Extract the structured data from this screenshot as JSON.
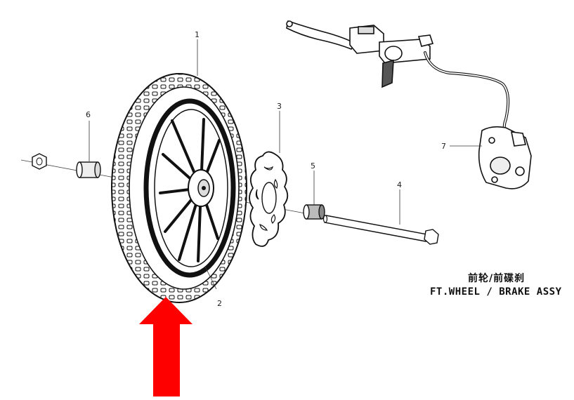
{
  "title": {
    "cn": "前轮/前碟刹",
    "en": "FT.WHEEL / BRAKE ASSY"
  },
  "callouts": [
    {
      "num": "1",
      "part": "front-tire"
    },
    {
      "num": "2",
      "part": "front-rim"
    },
    {
      "num": "3",
      "part": "brake-disc"
    },
    {
      "num": "4",
      "part": "front-axle"
    },
    {
      "num": "5",
      "part": "spacer-right"
    },
    {
      "num": "6",
      "part": "spacer-left"
    },
    {
      "num": "7",
      "part": "brake-caliper"
    }
  ],
  "indicator": {
    "color": "#ff0000",
    "shape": "arrow-up"
  }
}
